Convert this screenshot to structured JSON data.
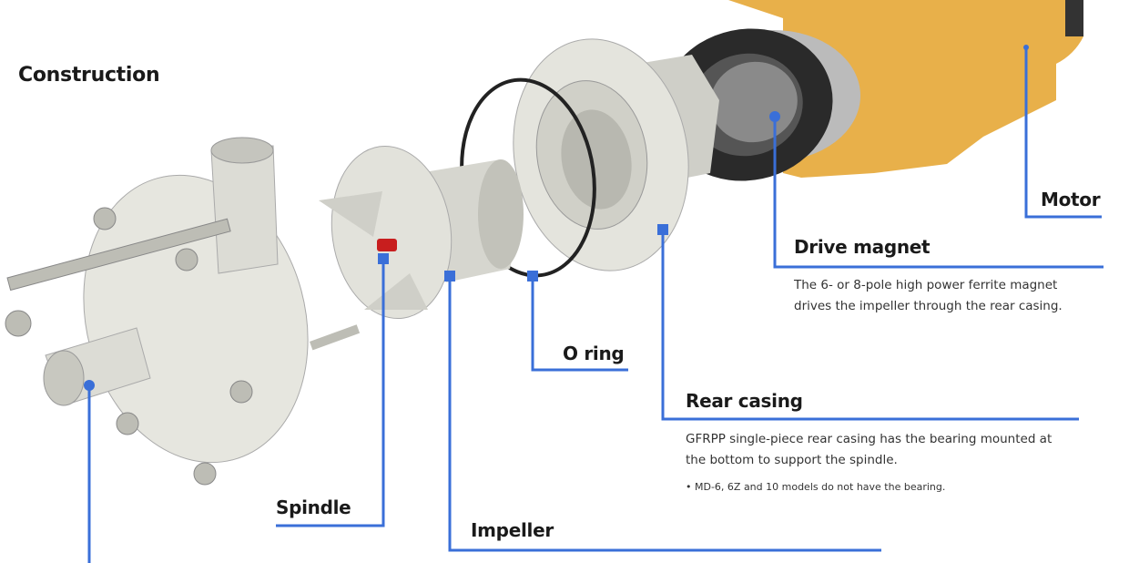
{
  "title": "Construction",
  "colors": {
    "leader": "#3a6fd8",
    "motor": "#e8b04a",
    "part": "#dcdcd6",
    "magnet": "#2a2a2a"
  },
  "labels": {
    "motor": {
      "title": "Motor"
    },
    "drive_magnet": {
      "title": "Drive magnet",
      "desc": [
        "The 6- or 8-pole high power ferrite magnet",
        "drives the impeller through  the rear casing."
      ]
    },
    "o_ring": {
      "title": "O ring"
    },
    "rear_casing": {
      "title": "Rear casing",
      "desc": [
        "GFRPP single-piece rear casing has the bearing mounted at",
        "the bottom to support the spindle."
      ],
      "note": "• MD-6, 6Z and 10 models do not have the bearing."
    },
    "spindle": {
      "title": "Spindle"
    },
    "impeller": {
      "title": "Impeller"
    }
  }
}
